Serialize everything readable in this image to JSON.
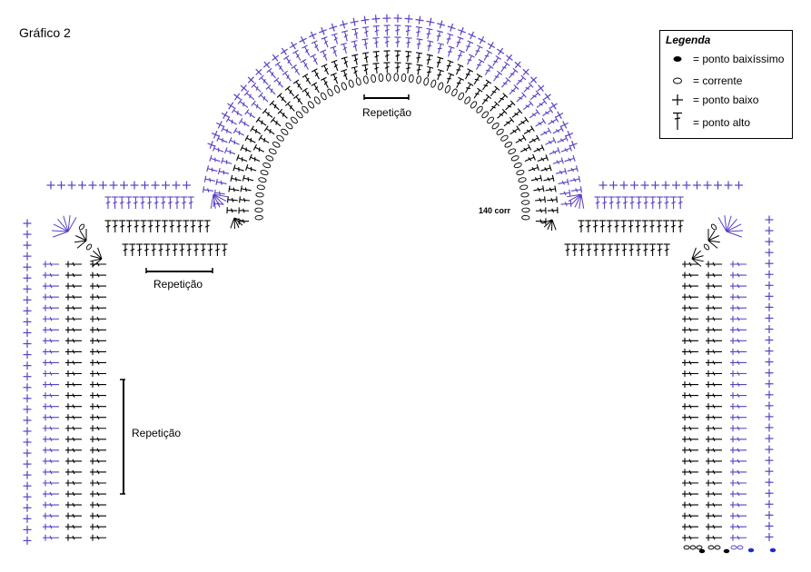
{
  "title": "Gráfico 2",
  "legend": {
    "title": "Legenda",
    "items": [
      {
        "symbol": "ponto-baixissimo",
        "label": "= ponto baixíssimo"
      },
      {
        "symbol": "corrente",
        "label": "= corrente"
      },
      {
        "symbol": "ponto-baixo",
        "label": "= ponto baixo"
      },
      {
        "symbol": "ponto-alto",
        "label": "= ponto alto"
      }
    ]
  },
  "labels": {
    "repeat_arch": "Repetição",
    "repeat_shoulder": "Repetição",
    "repeat_strap": "Repetição",
    "chain_count": "140 corr"
  },
  "colors": {
    "black": "#000000",
    "purple": "#5b3fc4",
    "blue": "#1a2fc8"
  }
}
